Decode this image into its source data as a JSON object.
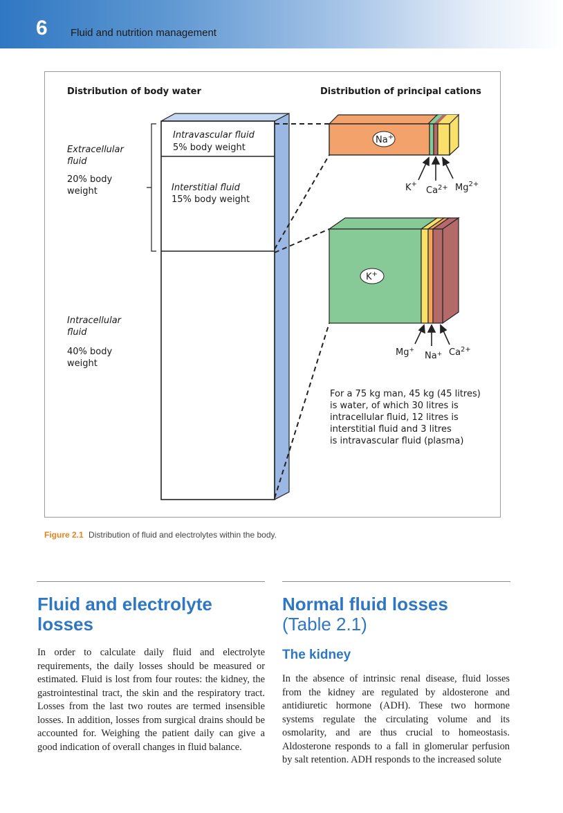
{
  "header": {
    "chapter_number": "6",
    "running_title": "Fluid and nutrition management"
  },
  "figure": {
    "left_heading": "Distribution of body water",
    "right_heading": "Distribution of principal cations",
    "extracellular": {
      "label": "Extracellular fluid",
      "line1": "Extracellular",
      "line2": "fluid",
      "weight_line1": "20% body",
      "weight_line2": "weight"
    },
    "intravascular": {
      "label": "Intravascular fluid",
      "weight": "5% body weight"
    },
    "interstitial": {
      "label": "Interstitial fluid",
      "weight": "15% body weight"
    },
    "intracellular": {
      "line1": "Intracellular",
      "line2": "fluid",
      "weight_line1": "40% body",
      "weight_line2": "weight"
    },
    "extracellular_cations": {
      "main": "Na",
      "k": "K",
      "ca": "Ca",
      "mg": "Mg",
      "plus": "+",
      "two_plus": "2+"
    },
    "intracellular_cations": {
      "main": "K",
      "mg": "Mg",
      "na": "Na",
      "ca": "Ca",
      "plus": "+",
      "two_plus": "2+"
    },
    "note_lines": [
      "For a 75 kg man, 45 kg (45 litres)",
      "is water, of which 30 litres is",
      "intracellular fluid, 12 litres is",
      "interstitial fluid and 3 litres",
      "is intravascular fluid (plasma)"
    ],
    "colors": {
      "column_side": "#9bb7e4",
      "column_top": "#c5d6f0",
      "na": "#f4a26b",
      "k": "#87ca97",
      "yellow": "#f8e06b",
      "orange_band": "#f3a55a",
      "maroon": "#b56a6a"
    }
  },
  "caption": {
    "label": "Figure 2.1",
    "text": "Distribution of fluid and electrolytes within the body."
  },
  "left_col": {
    "heading_line1": "Fluid and electrolyte",
    "heading_line2": "losses",
    "paragraph": "In order to calculate daily fluid and electrolyte requirements, the daily losses should be measured or estimated. Fluid is lost from four routes: the kidney, the gastrointestinal tract, the skin and the respiratory tract. Losses from the last two routes are termed insensible losses. In addition, losses from surgical drains should be accounted for. Weighing the patient daily can give a good indication of overall changes in fluid balance."
  },
  "right_col": {
    "heading_line1": "Normal fluid losses",
    "heading_line2": "(Table 2.1)",
    "subheading": "The kidney",
    "paragraph": "In the absence of intrinsic renal disease, fluid losses from the kidney are regulated by aldosterone and antidiuretic hormone (ADH). These two hormone systems regulate the circulating volume and its osmolarity, and are thus crucial to homeostasis. Aldosterone responds to a fall in glomerular perfusion by salt retention. ADH responds to the increased solute"
  }
}
